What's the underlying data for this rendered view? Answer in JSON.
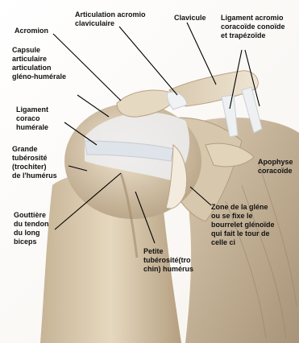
{
  "labels": {
    "acromion": "Acromion",
    "articulation_acromio_claviculaire": "Articulation acromio\nclaviculaire",
    "clavicule": "Clavicule",
    "ligament_acromio_coracoide": "Ligament acromio\ncoracoïde conoïde\net trapézoïde",
    "capsule": "Capsule\narticulaire\narticulation\ngléno-humérale",
    "ligament_coraco_humerale": "Ligament\ncoraco\nhumérale",
    "grande_tuberosite": "Grande\ntubérosité\n(trochiter)\nde l'humérus",
    "apophyse_coracoide": "Apophyse\ncoracoïde",
    "gouttiere": "Gouttière\ndu tendon\ndu long\nbiceps",
    "zone_glene": "Zone de la gléne\nou se fixe le\nbourrelet glénoïde\nqui fait le tour de\ncelle ci",
    "petite_tuberosite": "Petite\ntubérosité(tro\nchin) humérus"
  },
  "colors": {
    "bone": "#e3d5bd",
    "bone_shadow": "#b9a88c",
    "ligament": "#eef0f2",
    "muscle": "#c9b79e",
    "leader_line": "#000000"
  }
}
